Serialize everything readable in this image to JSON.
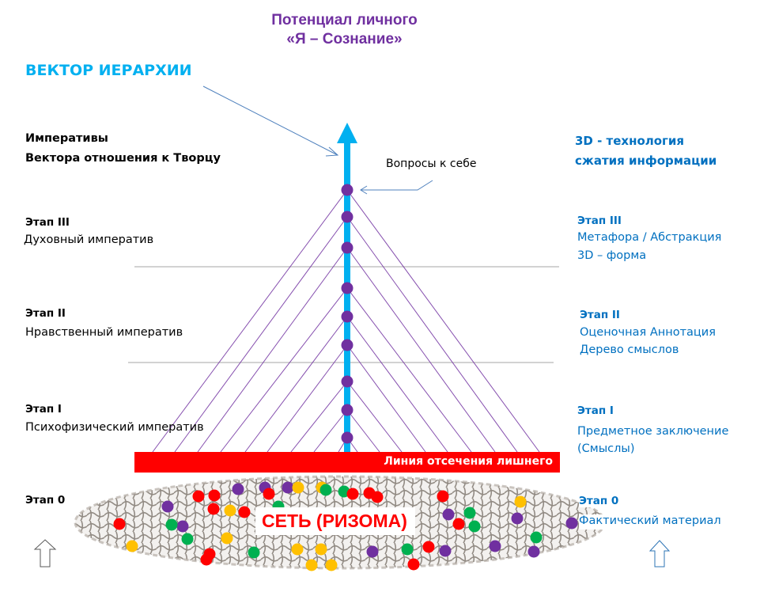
{
  "title": {
    "line1": "Потенциал  личного",
    "line2": "«Я – Сознание»"
  },
  "vector_label": "ВЕКТОР ИЕРАРХИИ",
  "left_header": {
    "line1": "Императивы",
    "line2": "Вектора отношения к Творцу"
  },
  "right_header": {
    "line1": "3D - технология",
    "line2": "сжатия информации"
  },
  "questions_label": "Вопросы к себе",
  "left_stages": [
    {
      "title": "Этап III",
      "desc": "Духовный императив"
    },
    {
      "title": "Этап II",
      "desc": "Нравственный императив"
    },
    {
      "title": "Этап I",
      "desc": "Психофизический императив"
    },
    {
      "title": "Этап 0",
      "desc": ""
    }
  ],
  "right_stages": [
    {
      "title": "Этап III",
      "desc1": "Метафора / Абстракция",
      "desc2": "3D – форма"
    },
    {
      "title": "Этап II",
      "desc1": "Оценочная Аннотация",
      "desc2": "Дерево смыслов"
    },
    {
      "title": "Этап I",
      "desc1": "Предметное заключение",
      "desc2": "(Смыслы)"
    },
    {
      "title": "Этап 0",
      "desc1": "Фактический материал",
      "desc2": ""
    }
  ],
  "cut_line_label": "Линия отсечения лишнего",
  "rhizome_label": "СЕТЬ (РИЗОМА)",
  "hierarchy_nodes": 9,
  "colors": {
    "title": "#7030a0",
    "vector": "#00b0f0",
    "right_text": "#0070c0",
    "cut_line": "#ff0000",
    "node": "#7030a0",
    "rhizome_dot_colors": [
      "#ff0000",
      "#7030a0",
      "#00b050",
      "#ffc000"
    ]
  }
}
